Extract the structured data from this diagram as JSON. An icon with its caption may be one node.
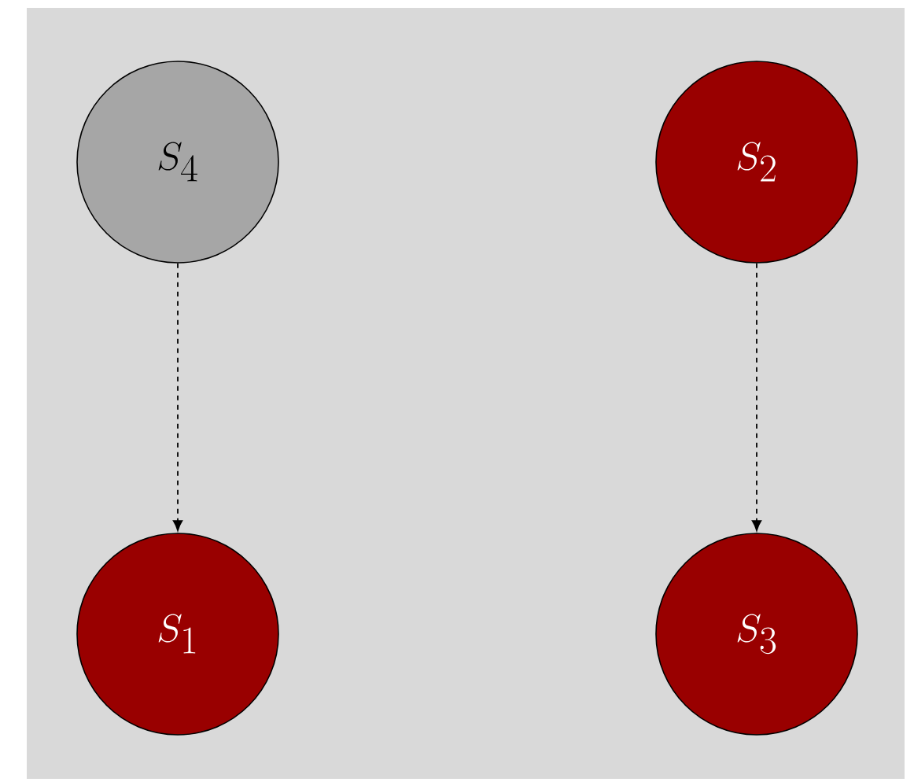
{
  "diagram": {
    "nodes": [
      {
        "text": [
          "S_4"
        ]
      },
      {
        "text": [
          "S_2"
        ]
      },
      {
        "text": [
          "S_1"
        ]
      },
      {
        "text": [
          "S_3"
        ]
      }
    ],
    "edges": [
      {
        "from": 0,
        "to": 2,
        "arrow": "to",
        "style": "dashed"
      },
      {
        "from": 1,
        "to": 3,
        "arrow": "to",
        "style": "dashed"
      }
    ]
  }
}
